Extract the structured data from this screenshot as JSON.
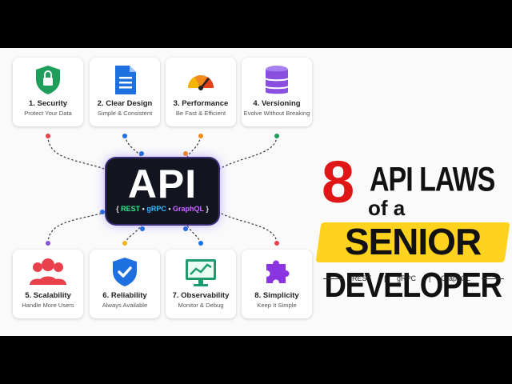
{
  "cards": [
    {
      "title": "1. Security",
      "subtitle": "Protect Your Data",
      "icon": "shield-lock-icon"
    },
    {
      "title": "2. Clear Design",
      "subtitle": "Simple & Consistent",
      "icon": "document-icon"
    },
    {
      "title": "3. Performance",
      "subtitle": "Be Fast & Efficient",
      "icon": "speedometer-icon"
    },
    {
      "title": "4. Versioning",
      "subtitle": "Evolve Without Breaking",
      "icon": "database-icon"
    },
    {
      "title": "5. Scalability",
      "subtitle": "Handle More Users",
      "icon": "users-icon"
    },
    {
      "title": "6. Reliability",
      "subtitle": "Always Available",
      "icon": "shield-check-icon"
    },
    {
      "title": "7. Observability",
      "subtitle": "Monitor & Debug",
      "icon": "monitor-chart-icon"
    },
    {
      "title": "8. Simplicity",
      "subtitle": "Keep It Simple",
      "icon": "puzzle-icon"
    }
  ],
  "center": {
    "word": "API",
    "brace_open": "{",
    "rest": "REST",
    "sep": "•",
    "grpc": "gRPC",
    "graphql": "GraphQL",
    "brace_close": "}"
  },
  "headline": {
    "number": "8",
    "line1": "API LAWS",
    "line2": "of a",
    "line3": "SENIOR",
    "line4": "DEVELOPER"
  },
  "protocols": [
    "REST",
    "gRPC",
    "GraphQL"
  ],
  "protocol_sep": "|",
  "colors": {
    "security": "#1e9e5a",
    "design": "#1e6fe0",
    "performance": "#f28a1a",
    "versioning": "#8b4fe0",
    "scalability": "#e8414b",
    "reliability": "#1e6fe0",
    "observability": "#1e9b6e",
    "simplicity": "#8b35e0",
    "accent_red": "#e01515",
    "highlight": "#ffd21e",
    "api_bg": "#12151f"
  }
}
